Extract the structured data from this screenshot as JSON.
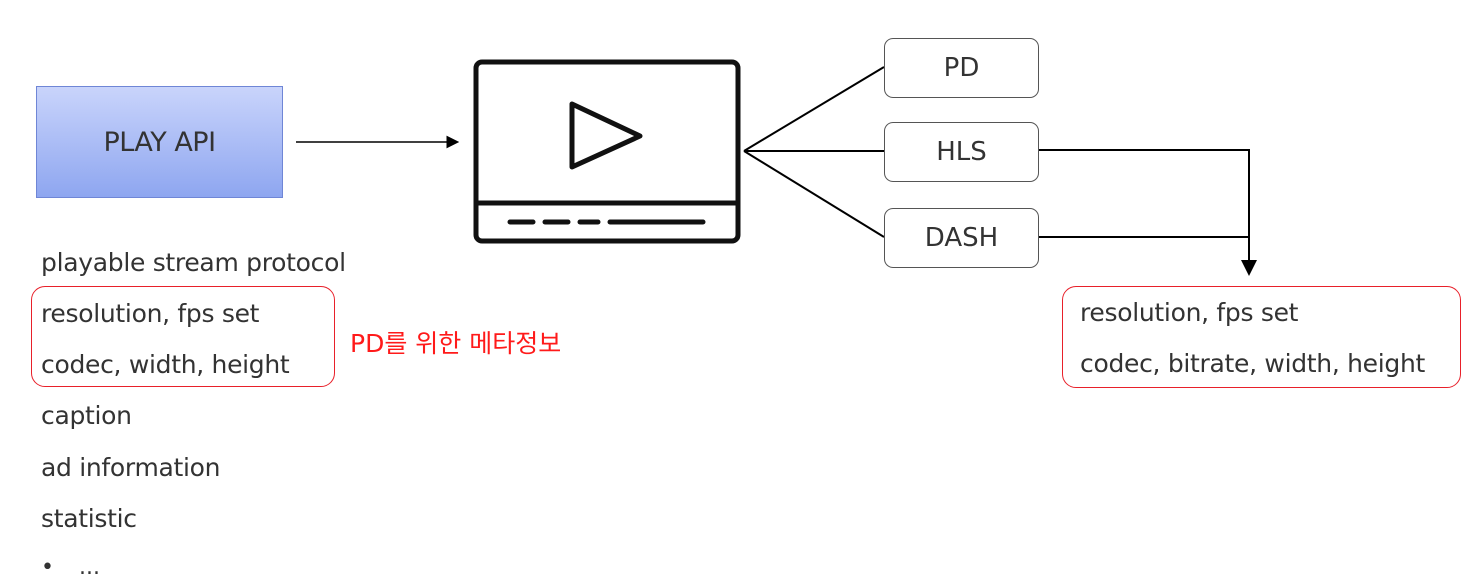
{
  "source": {
    "label": "PLAY API"
  },
  "protocols": [
    "PD",
    "HLS",
    "DASH"
  ],
  "left_list": {
    "items": [
      "playable stream protocol",
      "resolution, fps set",
      "codec, width, height",
      "caption",
      "ad information",
      "statistic"
    ],
    "bullet": "•",
    "ellipsis": "..."
  },
  "note": "PD를 위한 메타정보",
  "right_list": {
    "items": [
      "resolution, fps set",
      "codec, bitrate, width, height"
    ]
  },
  "colors": {
    "accent_red": "#e8202a",
    "box_blue": "#8ea6f0"
  }
}
